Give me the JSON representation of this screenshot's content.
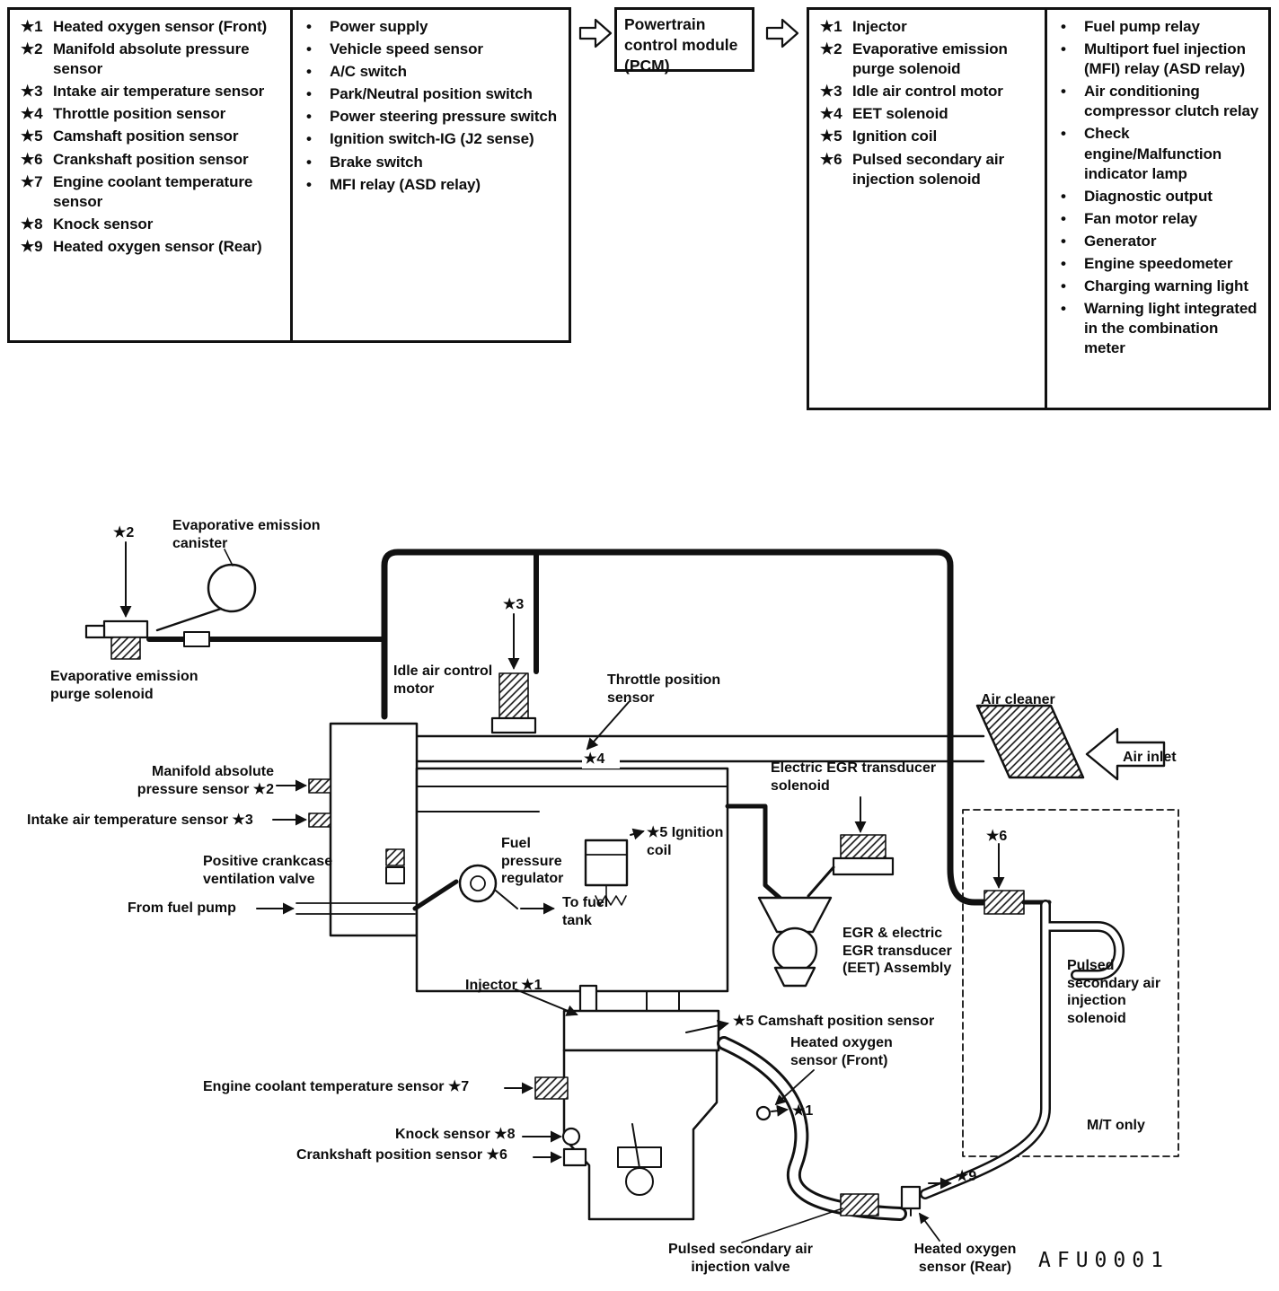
{
  "glyphs": {
    "bullet": "•"
  },
  "pcm": {
    "label": "Powertrain control module (PCM)"
  },
  "inputs": {
    "starred": [
      {
        "num": "★1",
        "label": "Heated oxygen sensor (Front)"
      },
      {
        "num": "★2",
        "label": "Manifold absolute pressure sensor"
      },
      {
        "num": "★3",
        "label": "Intake air temperature sensor"
      },
      {
        "num": "★4",
        "label": "Throttle position sensor"
      },
      {
        "num": "★5",
        "label": "Camshaft position sensor"
      },
      {
        "num": "★6",
        "label": "Crankshaft position sensor"
      },
      {
        "num": "★7",
        "label": "Engine coolant temperature sensor"
      },
      {
        "num": "★8",
        "label": "Knock sensor"
      },
      {
        "num": "★9",
        "label": "Heated oxygen sensor (Rear)"
      }
    ],
    "bulleted": [
      "Power supply",
      "Vehicle speed sensor",
      "A/C switch",
      "Park/Neutral position switch",
      "Power steering pressure switch",
      "Ignition switch-IG (J2 sense)",
      "Brake switch",
      "MFI relay (ASD relay)"
    ]
  },
  "outputs": {
    "starred": [
      {
        "num": "★1",
        "label": "Injector"
      },
      {
        "num": "★2",
        "label": "Evaporative emission purge solenoid"
      },
      {
        "num": "★3",
        "label": "Idle air control motor"
      },
      {
        "num": "★4",
        "label": "EET solenoid"
      },
      {
        "num": "★5",
        "label": "Ignition coil"
      },
      {
        "num": "★6",
        "label": "Pulsed secondary air injection solenoid"
      }
    ],
    "bulleted": [
      "Fuel pump relay",
      "Multiport fuel injection (MFI) relay (ASD relay)",
      "Air conditioning compressor clutch relay",
      "Check engine/Malfunction indicator lamp",
      "Diagnostic output",
      "Fan motor relay",
      "Generator",
      "Engine speedometer",
      "Charging warning light",
      "Warning light integrated in the combination meter"
    ]
  },
  "diagram": {
    "labels": {
      "star2": "★2",
      "evap_canister": "Evaporative emission canister",
      "evap_purge_solenoid": "Evaporative emission purge solenoid",
      "star3": "★3",
      "idle_air_control_motor": "Idle air control motor",
      "throttle_position_sensor": "Throttle position sensor",
      "air_cleaner": "Air cleaner",
      "air_inlet": "Air inlet",
      "star4": "★4",
      "map_sensor": "Manifold absolute pressure sensor ★2",
      "iat_sensor": "Intake air temperature sensor ★3",
      "electric_egr_solenoid": "Electric EGR transducer solenoid",
      "pcv_valve": "Positive crankcase ventilation valve",
      "fuel_pressure_regulator": "Fuel pressure regulator",
      "ignition_coil": "★5 Ignition coil",
      "from_fuel_pump": "From fuel pump",
      "to_fuel_tank": "To fuel tank",
      "star6": "★6",
      "eet_assembly": "EGR & electric EGR transducer (EET) Assembly",
      "pulsed_air_solenoid": "Pulsed secondary air injection solenoid",
      "injector": "Injector ★1",
      "camshaft_sensor": "★5 Camshaft position sensor",
      "ho2s_front": "Heated oxygen sensor (Front)",
      "ect_sensor": "Engine coolant temperature sensor ★7",
      "star1": "★1",
      "knock_sensor": "Knock sensor ★8",
      "crankshaft_sensor": "Crankshaft position sensor ★6",
      "mt_only": "M/T only",
      "star9": "★9",
      "pulsed_air_valve": "Pulsed secondary air injection valve",
      "ho2s_rear": "Heated oxygen sensor (Rear)"
    },
    "figure_code": "AFU0001"
  }
}
